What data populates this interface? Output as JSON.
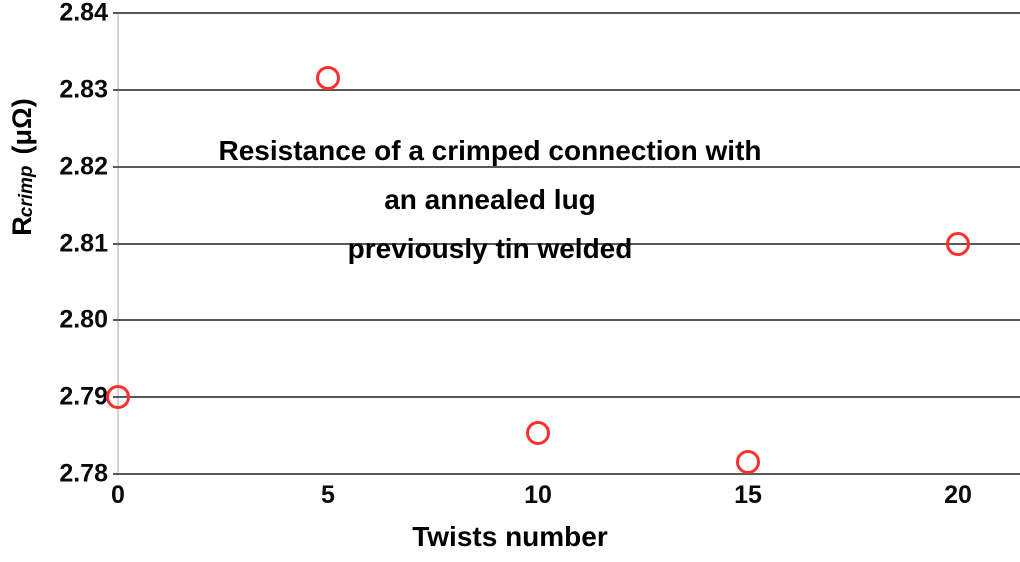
{
  "chart_data": {
    "type": "scatter",
    "title": "Resistance of a crimped connection with an annealed lug previously tin welded",
    "title_lines": [
      "Resistance of a crimped connection with",
      "an annealed lug",
      "previously tin welded"
    ],
    "xlabel": "Twists number",
    "ylabel_main": "R",
    "ylabel_sub": "crimp",
    "ylabel_unit": "(μΩ)",
    "ylabel": "R_crimp (μΩ)",
    "x": [
      0,
      5,
      10,
      15,
      20
    ],
    "values": [
      2.79,
      2.8315,
      2.7853,
      2.7815,
      2.81
    ],
    "series": [
      {
        "name": "Rcrimp",
        "marker": "open-circle",
        "color": "#FF2E2E",
        "points": [
          {
            "x": 0,
            "y": 2.79
          },
          {
            "x": 5,
            "y": 2.8315
          },
          {
            "x": 10,
            "y": 2.7853
          },
          {
            "x": 15,
            "y": 2.7815
          },
          {
            "x": 20,
            "y": 2.81
          }
        ]
      }
    ],
    "xlim": [
      0,
      21.7
    ],
    "ylim": [
      2.78,
      2.84
    ],
    "xticks": [
      0,
      5,
      10,
      15,
      20
    ],
    "xtick_labels": [
      "0",
      "5",
      "10",
      "15",
      "20"
    ],
    "yticks": [
      2.78,
      2.79,
      2.8,
      2.81,
      2.82,
      2.83,
      2.84
    ],
    "ytick_labels": [
      "2.78",
      "2.79",
      "2.80",
      "2.81",
      "2.82",
      "2.83",
      "2.84"
    ],
    "grid": "horizontal",
    "gridline_color": "#595959",
    "legend": null,
    "background": "#ffffff"
  }
}
